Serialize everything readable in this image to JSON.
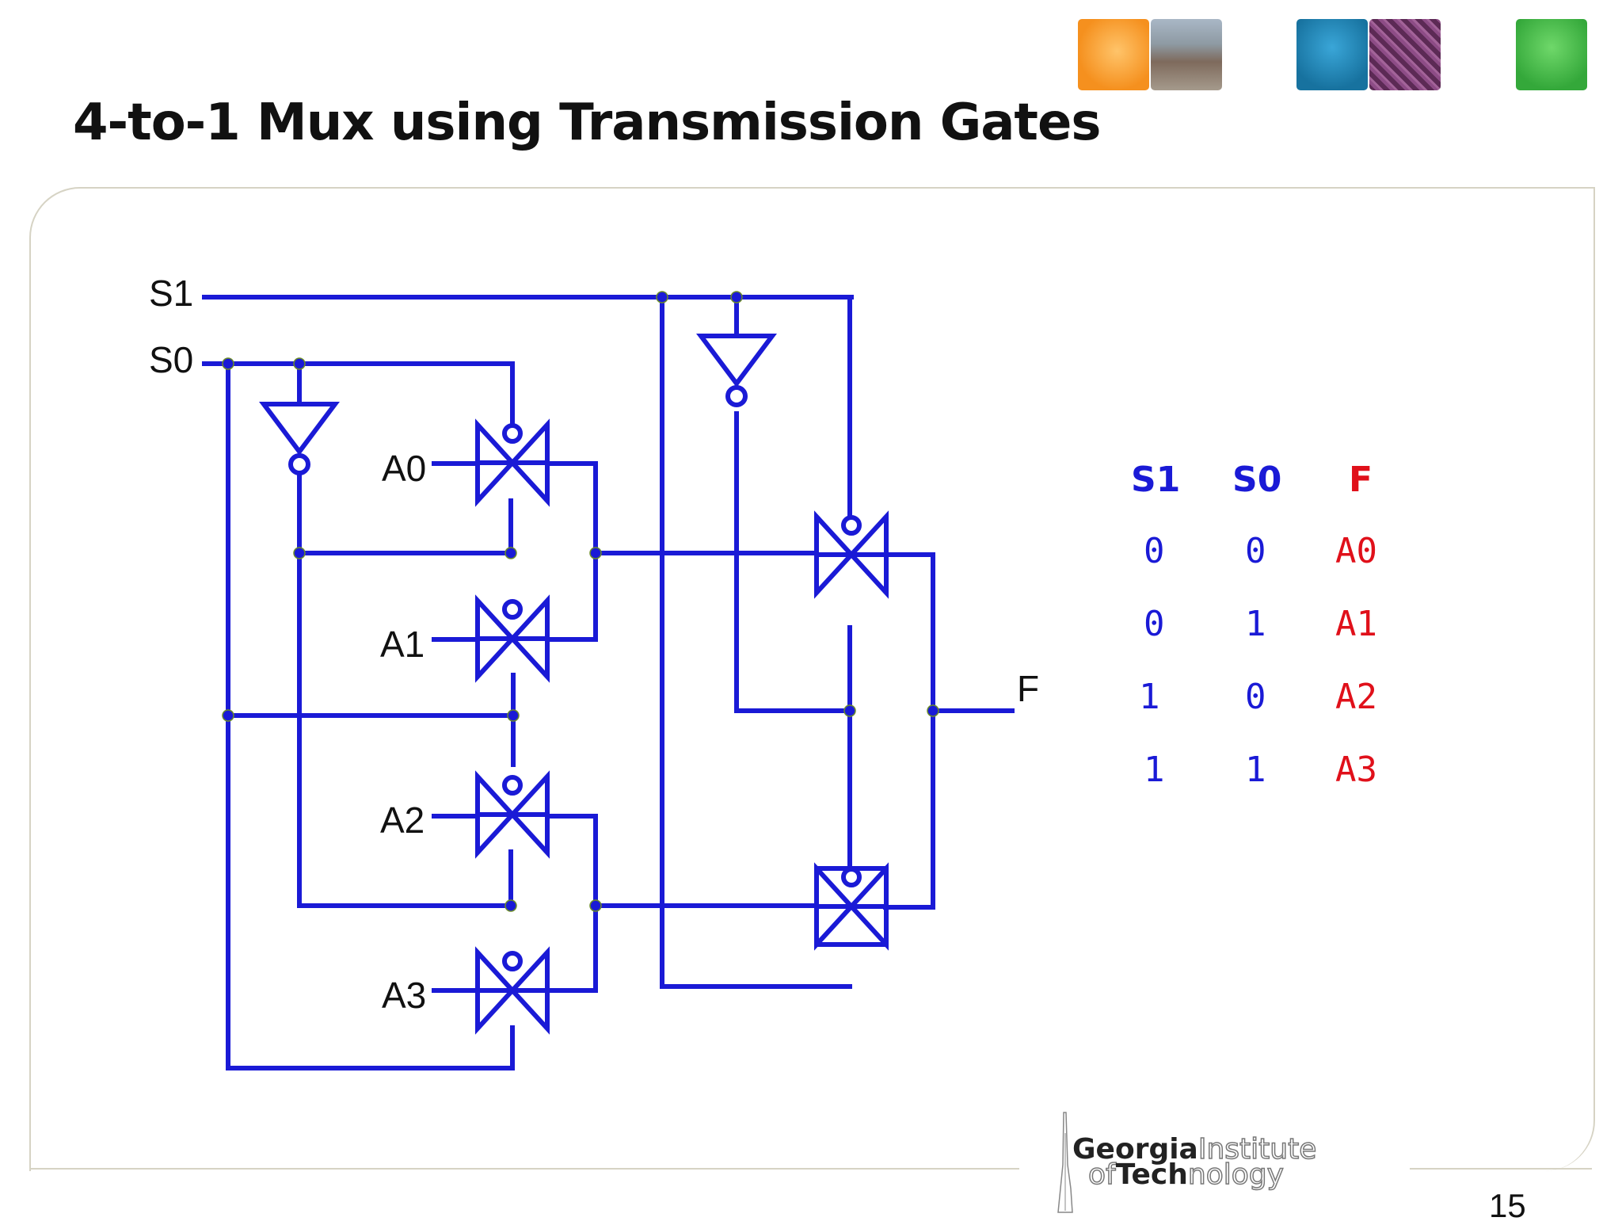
{
  "slide": {
    "title": "4-to-1 Mux using Transmission Gates",
    "page_number": "15"
  },
  "header_images": [
    {
      "name": "orange-tile"
    },
    {
      "name": "campus-photo"
    },
    {
      "name": "teal-tile"
    },
    {
      "name": "chip-photo"
    },
    {
      "name": "green-tile"
    }
  ],
  "circuit": {
    "wire_color": "#1a1ad6",
    "labels": {
      "s1": "S1",
      "s0": "S0",
      "a0": "A0",
      "a1": "A1",
      "a2": "A2",
      "a3": "A3",
      "f": "F"
    }
  },
  "truth_table": {
    "headers": {
      "s1": "S1",
      "s0": "S0",
      "f": "F"
    },
    "rows": [
      {
        "s1": "0",
        "s0": "0",
        "f": "A0"
      },
      {
        "s1": "0",
        "s0": "1",
        "f": "A1"
      },
      {
        "s1": "1",
        "s0": "0",
        "f": "A2"
      },
      {
        "s1": "1",
        "s0": "1",
        "f": "A3"
      }
    ],
    "colors": {
      "select": "#1a1ad6",
      "output": "#e0101a"
    }
  },
  "logo": {
    "line1_bold": "Georgia",
    "line1_hollow": "Institute",
    "line2_hollow_a": "of",
    "line2_bold": "Tech",
    "line2_hollow_b": "nology"
  }
}
